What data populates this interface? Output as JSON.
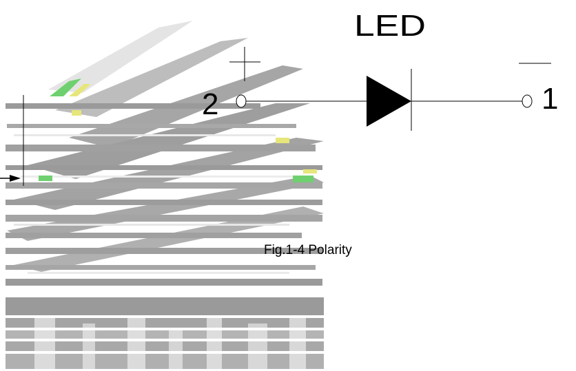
{
  "component_title": "LED",
  "pin_left_label": "2",
  "pin_right_label": "1",
  "caption": "Fig.1-4 Polarity",
  "colors": {
    "ink": "#000000",
    "artifact_gray": "#9a9a9a",
    "artifact_light": "#d0d0d0",
    "artifact_green": "#6fd06f",
    "artifact_yellow": "#e6e67a"
  }
}
